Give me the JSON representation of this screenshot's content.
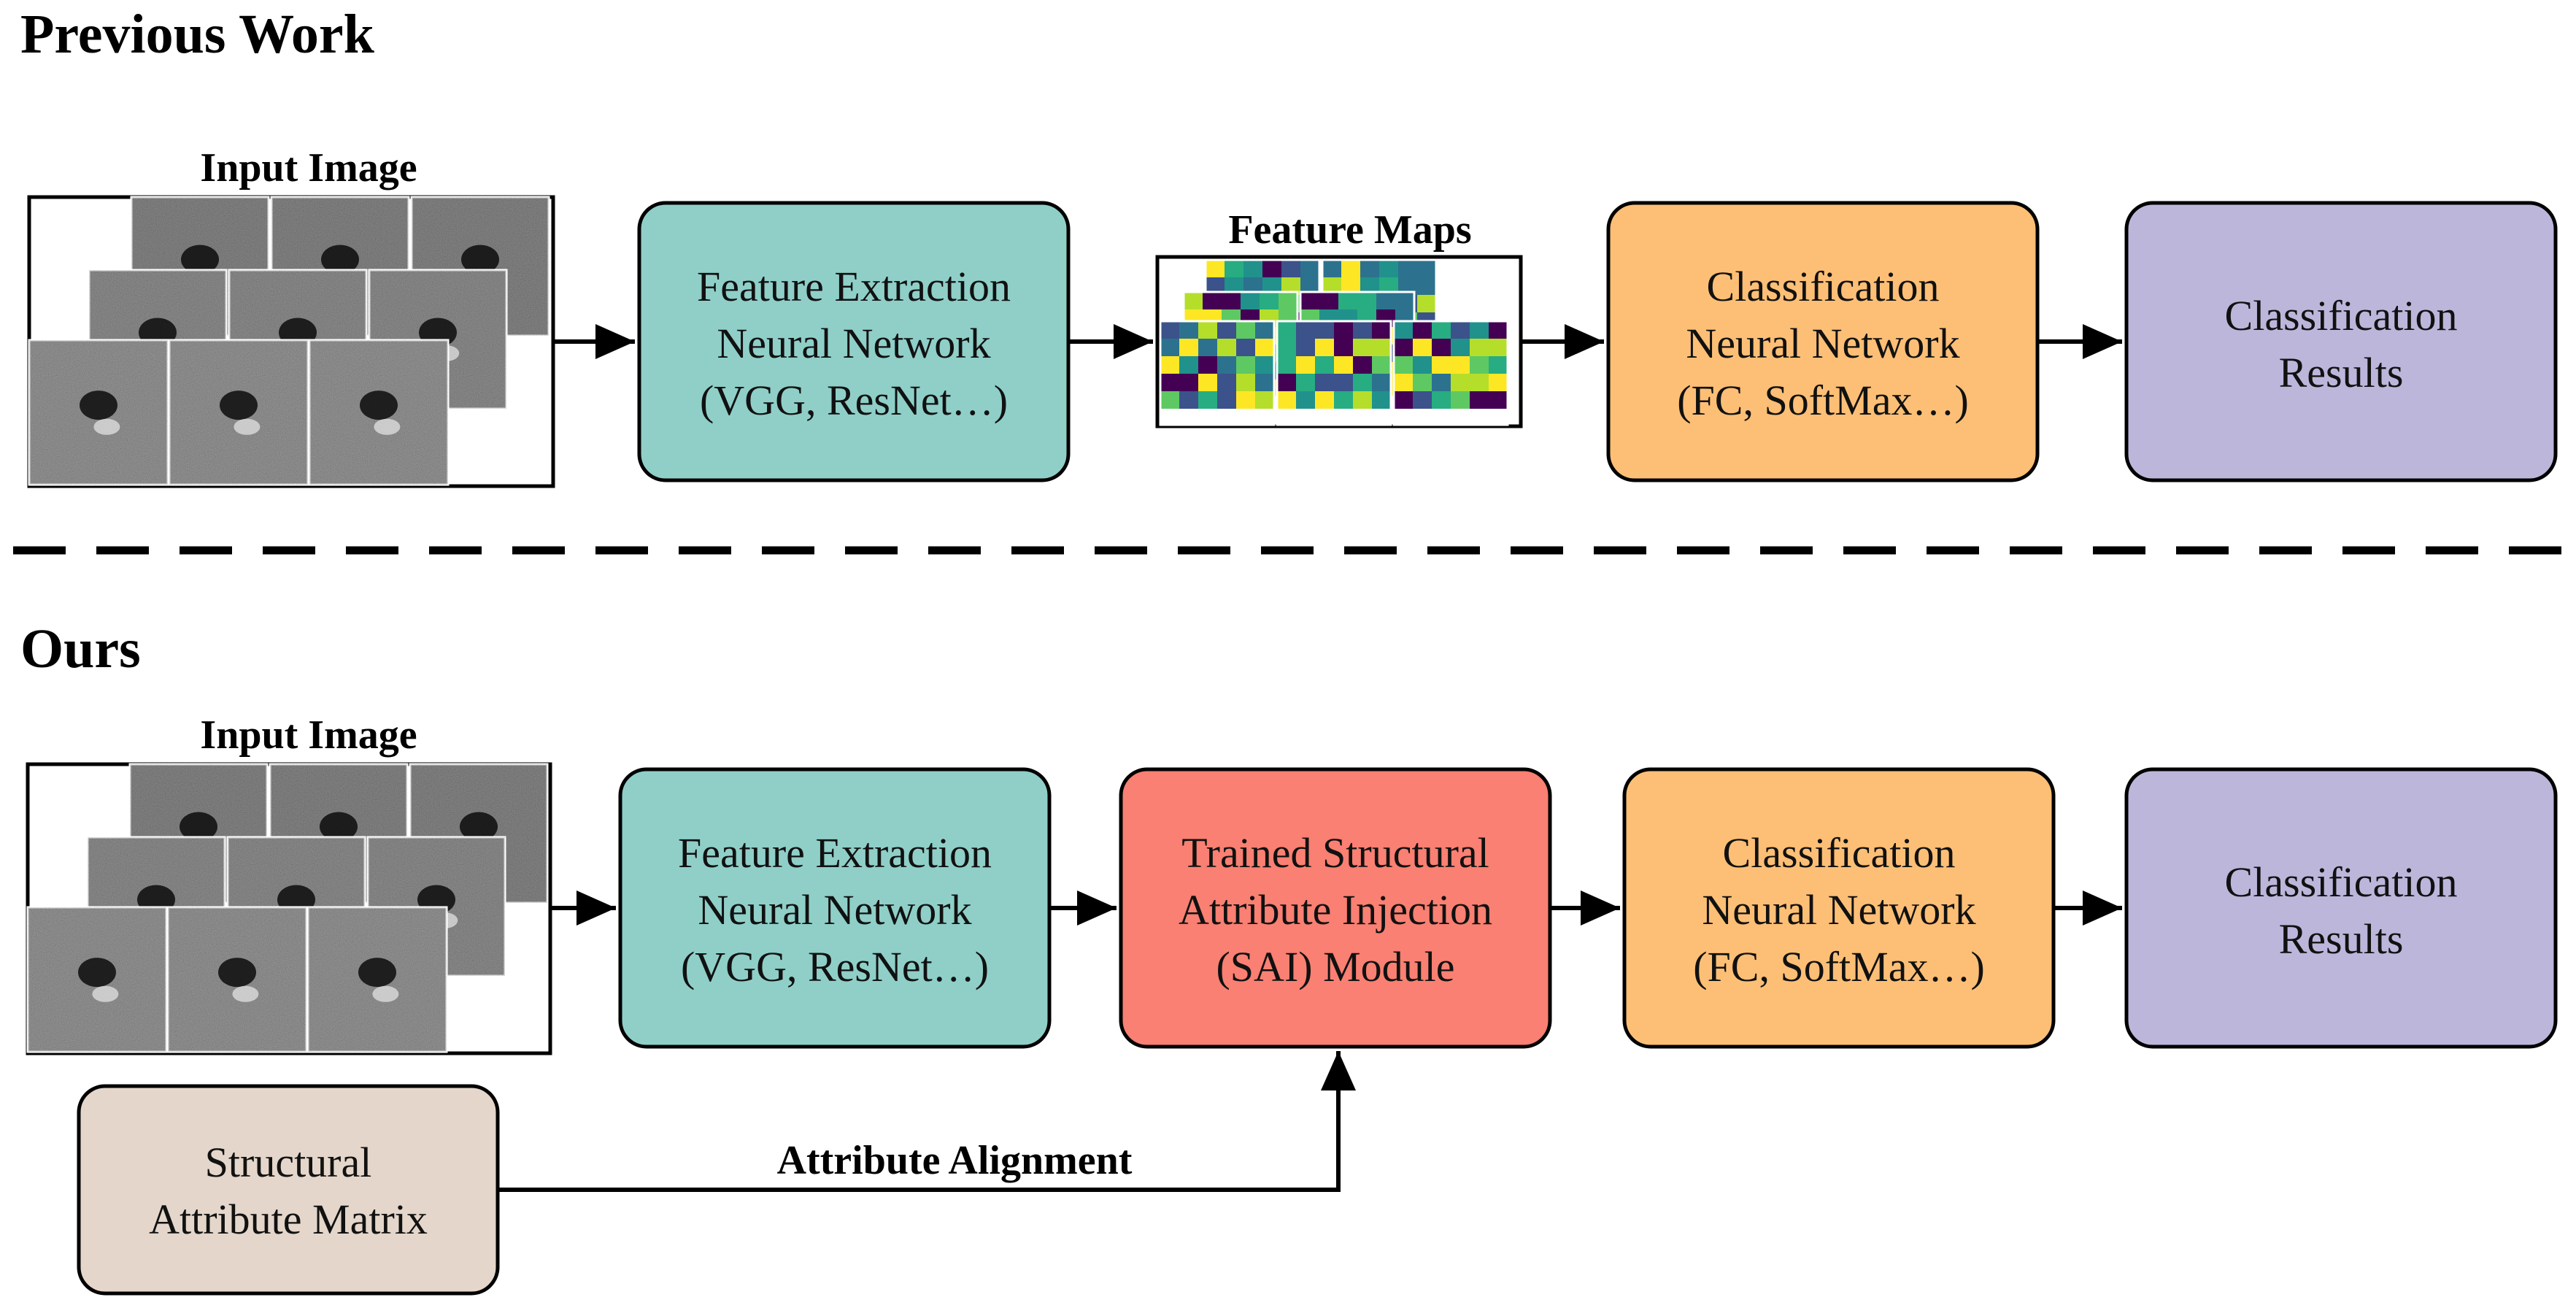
{
  "sections": {
    "previous": "Previous Work",
    "ours": "Ours"
  },
  "previous_row": {
    "input_caption": "Input Image",
    "feature_extraction": [
      "Feature Extraction",
      "Neural Network",
      "(VGG, ResNet…)"
    ],
    "feature_maps_caption": "Feature Maps",
    "classification_network": [
      "Classification",
      "Neural Network",
      "(FC, SoftMax…)"
    ],
    "classification_results": [
      "Classification",
      "Results"
    ]
  },
  "ours_row": {
    "input_caption": "Input Image",
    "feature_extraction": [
      "Feature Extraction",
      "Neural Network",
      "(VGG, ResNet…)"
    ],
    "sai_module": [
      "Trained Structural",
      "Attribute Injection",
      "(SAI) Module"
    ],
    "classification_network": [
      "Classification",
      "Neural Network",
      "(FC, SoftMax…)"
    ],
    "classification_results": [
      "Classification",
      "Results"
    ],
    "structural_matrix": [
      "Structural",
      "Attribute Matrix"
    ],
    "alignment_label": "Attribute Alignment"
  },
  "colors": {
    "feature_extraction": "#8fcfc8",
    "classification_network": "#fdbf76",
    "classification_results": "#bdb6db",
    "sai_module": "#f98072",
    "structural_matrix": "#e4d6ca",
    "viridis": [
      "#440154",
      "#3b528b",
      "#21918c",
      "#5ec962",
      "#b5de2b",
      "#fde725",
      "#2c728e",
      "#27ad81"
    ]
  }
}
